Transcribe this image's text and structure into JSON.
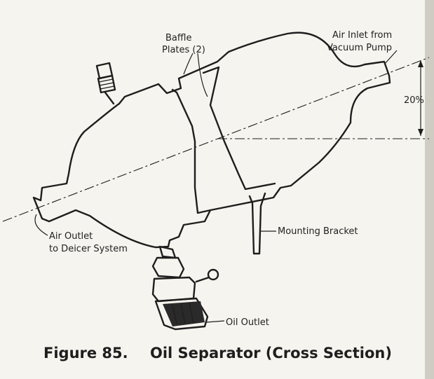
{
  "labels": {
    "baffle_line1": "Baffle",
    "baffle_line2": "Plates (2)",
    "inlet_line1": "Air Inlet from",
    "inlet_line2": "Vacuum Pump",
    "angle": "20%",
    "outlet_line1": "Air Outlet",
    "outlet_line2": "to Deicer System",
    "mounting": "Mounting Bracket",
    "oil_outlet": "Oil Outlet"
  },
  "caption": {
    "number": "Figure 85.",
    "title": "Oil Separator (Cross Section)"
  }
}
